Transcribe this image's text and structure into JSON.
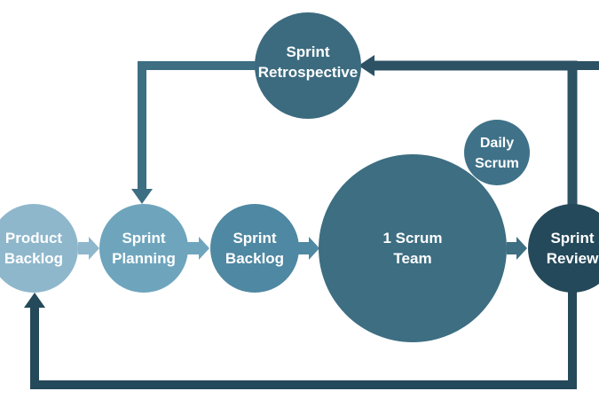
{
  "colors": {
    "product_backlog": "#8fb7cc",
    "sprint_planning": "#6ea5bd",
    "sprint_backlog": "#4f88a2",
    "scrum_team": "#3d6e82",
    "daily_scrum": "#3f7289",
    "retrospective": "#3c6b7f",
    "sprint_review": "#24495a",
    "loop_line": "#2c5264",
    "arrow": "#6aa3ba"
  },
  "nodes": {
    "product_backlog": {
      "line1": "Product",
      "line2": "Backlog"
    },
    "sprint_planning": {
      "line1": "Sprint",
      "line2": "Planning"
    },
    "sprint_backlog": {
      "line1": "Sprint",
      "line2": "Backlog"
    },
    "scrum_team": {
      "line1": "1 Scrum",
      "line2": "Team"
    },
    "daily_scrum": {
      "line1": "Daily",
      "line2": "Scrum"
    },
    "retrospective": {
      "line1": "Sprint",
      "line2": "Retrospective"
    },
    "sprint_review": {
      "line1": "Sprint",
      "line2": "Review"
    }
  }
}
